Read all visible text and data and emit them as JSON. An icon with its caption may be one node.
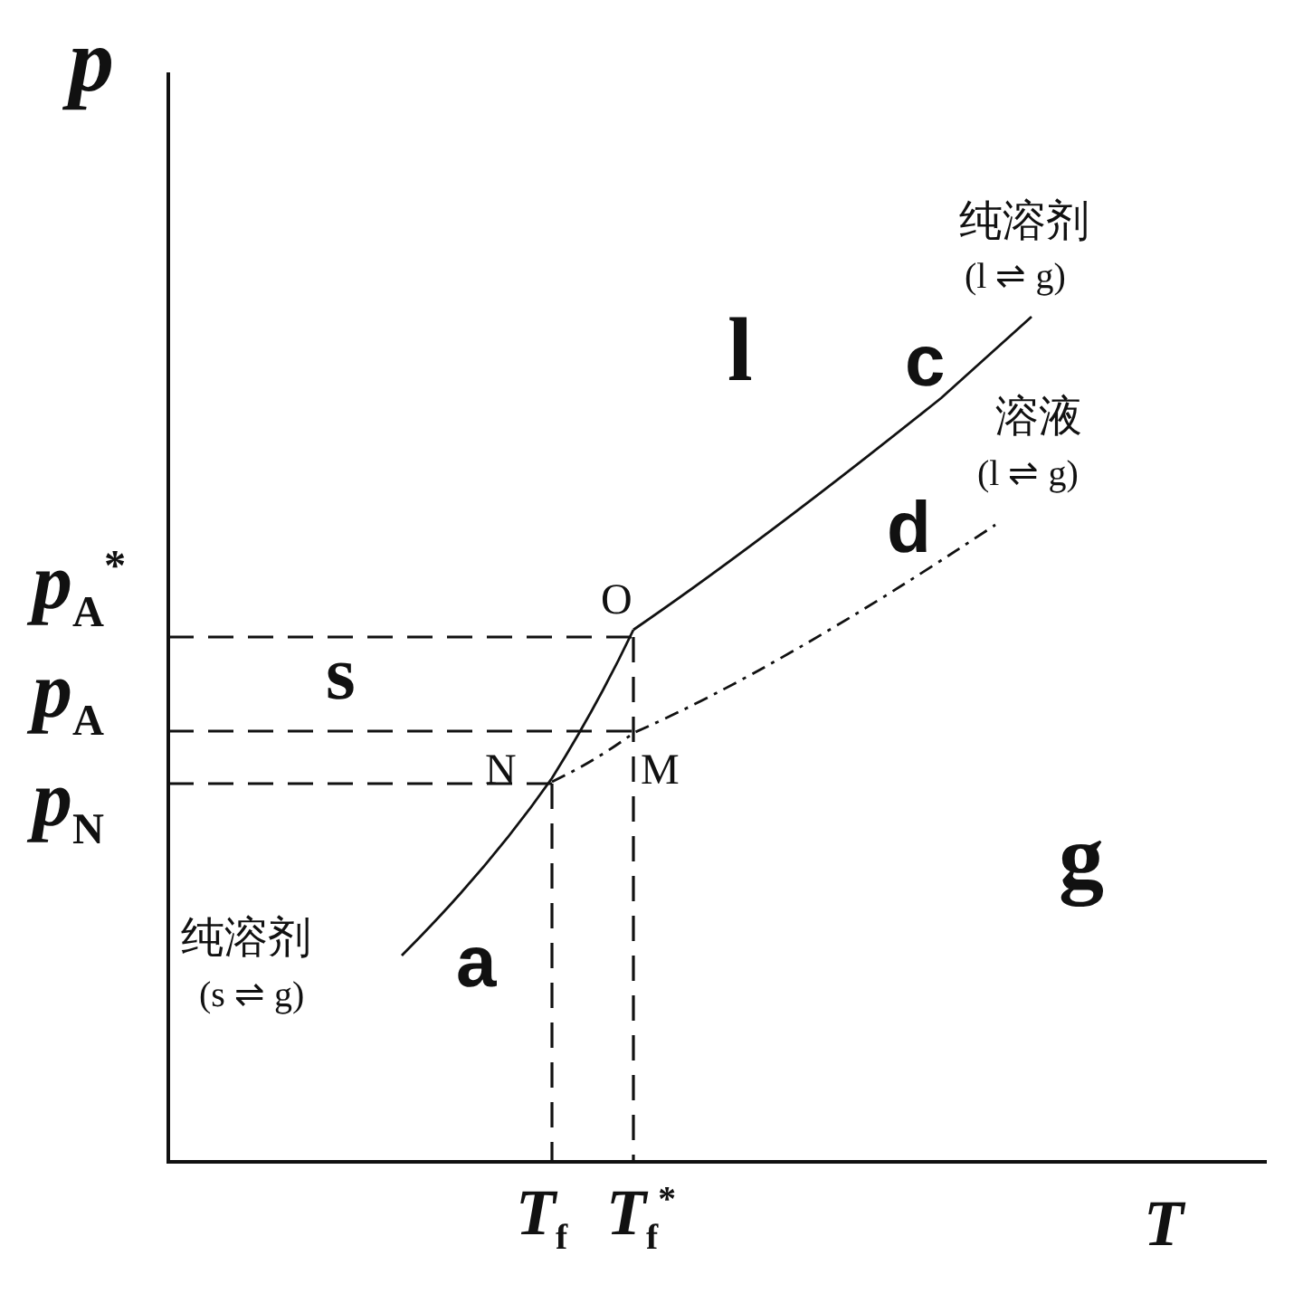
{
  "diagram": {
    "labels": [
      "p",
      "纯溶剂",
      "(l ⇌ g)",
      "l",
      "c",
      "溶液",
      "(l ⇌ g)",
      "p$_{A}$$^{*}$",
      "O",
      "d",
      "s",
      "p$_{A}$",
      "N",
      "M",
      "p$_{N}$",
      "g",
      "纯溶剂",
      "a",
      "(s ⇌ g)",
      "T$_{f}$",
      "T$_{f}$$^{*}$",
      "T"
    ]
  }
}
